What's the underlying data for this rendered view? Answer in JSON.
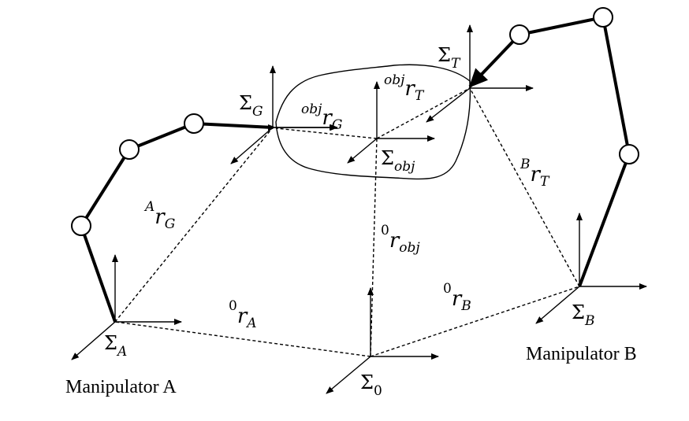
{
  "symbols": {
    "sigma": "Σ",
    "r": "r"
  },
  "frames": {
    "A": "A",
    "B": "B",
    "G": "G",
    "T": "T",
    "obj": "obj",
    "zero": "0"
  },
  "vectors": {
    "A_r_G": {
      "sup": "A",
      "sub": "G"
    },
    "obj_r_G": {
      "sup": "obj",
      "sub": "G"
    },
    "obj_r_T": {
      "sup": "obj",
      "sub": "T"
    },
    "B_r_T": {
      "sup": "B",
      "sub": "T"
    },
    "zero_r_obj": {
      "sup": "0",
      "sub": "obj"
    },
    "zero_r_A": {
      "sup": "0",
      "sub": "A"
    },
    "zero_r_B": {
      "sup": "0",
      "sub": "B"
    }
  },
  "captions": {
    "manipulator_a": "Manipulator A",
    "manipulator_b": "Manipulator B"
  }
}
